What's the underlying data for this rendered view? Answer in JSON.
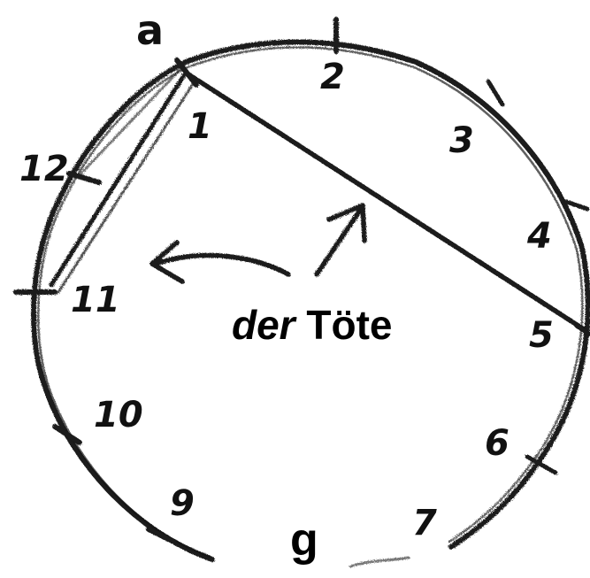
{
  "diagram": {
    "vertex_top_left": "a",
    "vertex_bottom": "g",
    "caption": {
      "article": "der",
      "noun": "Töte"
    },
    "circle_positions": [
      "1",
      "2",
      "3",
      "4",
      "5",
      "6",
      "7",
      "9",
      "10",
      "11",
      "12"
    ],
    "stroke_color": "#1a1a1a"
  }
}
